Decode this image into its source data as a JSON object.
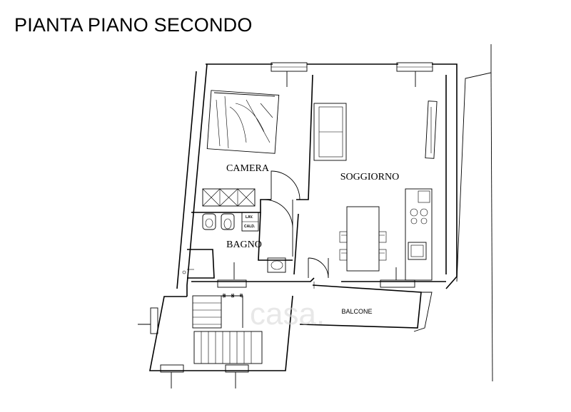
{
  "title": "PIANTA PIANO SECONDO",
  "rooms": {
    "camera": "CAMERA",
    "soggiorno": "SOGGIORNO",
    "bagno": "BAGNO",
    "balcone": "BALCONE"
  },
  "fixtures": {
    "lav": "LAV.",
    "cald": "CALD."
  },
  "stair_marks": {
    "a": "88",
    "b": "98",
    "c": "87"
  },
  "watermark": "casa."
}
